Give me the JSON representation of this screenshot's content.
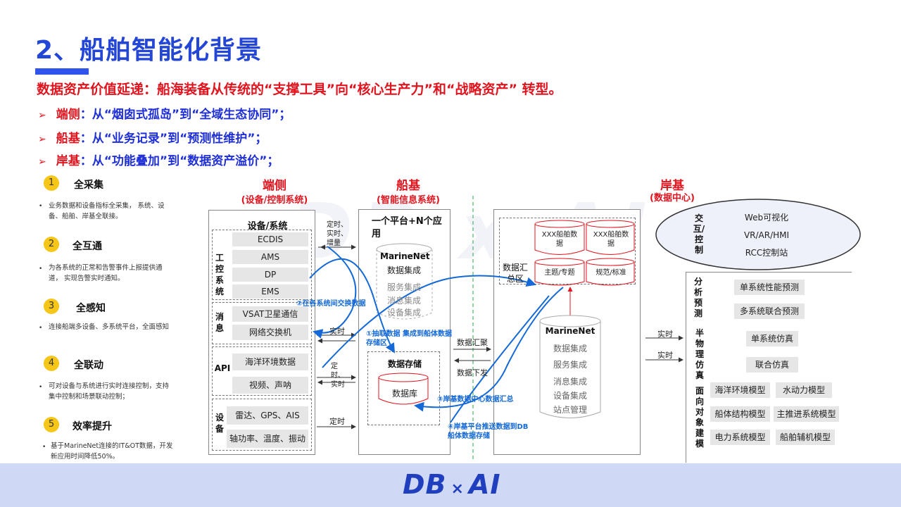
{
  "title": "2、船舶智能化背景",
  "subtitle": "数据资产价值延递：船海装备从传统的“支撑工具”向“核心生产力”和“战略资产” 转型。",
  "bullets": [
    {
      "arrow": "➢",
      "key": "端侧",
      "text": "：从“烟囱式孤岛”到“全域生态协同”；"
    },
    {
      "arrow": "➢",
      "key": "船基",
      "text": "：从“业务记录”到“预测性维护”；"
    },
    {
      "arrow": "➢",
      "key": "岸基",
      "text": "：从“功能叠加”到“数据资产溢价”；"
    }
  ],
  "features": [
    {
      "num": "1",
      "title": "全采集",
      "desc": "业务数据和设备指标全采集， 系统、设备、船舶、岸基全联接。"
    },
    {
      "num": "2",
      "title": "全互通",
      "desc": "为各系统的正常和告警事件上报提供通道， 实现告警实时通知。"
    },
    {
      "num": "3",
      "title": "全感知",
      "desc": "连接船端多设备、多系统平台，全面感知"
    },
    {
      "num": "4",
      "title": "全联动",
      "desc": "可对设备与系统进行实时连接控制，支持集中控制和场景联动控制；"
    },
    {
      "num": "5",
      "title": "效率提升",
      "desc": "基于MarineNet连接的IT&OT数据，开发新应用时间降低50%。"
    }
  ],
  "sections": {
    "edge": {
      "title": "端侧",
      "sub": "(设备/控制系统)"
    },
    "ship": {
      "title": "船基",
      "sub": "(智能信息系统)"
    },
    "shore": {
      "title": "岸基",
      "sub": "(数据中心)"
    }
  },
  "edge": {
    "header": "设备/系统",
    "groups": [
      {
        "label": "工控系统",
        "items": [
          "ECDIS",
          "AMS",
          "DP",
          "EMS"
        ]
      },
      {
        "label": "消息",
        "items": [
          "VSAT卫星通信",
          "网络交换机"
        ]
      },
      {
        "label": "API",
        "items": [
          "海洋环境数据",
          "视频、声呐"
        ]
      },
      {
        "label": "设备",
        "items": [
          "雷达、GPS、AIS",
          "轴功率、温度、振动"
        ]
      }
    ]
  },
  "links": {
    "top": "定时、实时、增量",
    "msg": "实时",
    "api": "定时、实时",
    "dev": "定时"
  },
  "ship": {
    "header": "一个平台+N个应用",
    "db_title": "MarineNet",
    "db_items": [
      "数据集成",
      "服务集成",
      "消息集成",
      "设备集成"
    ],
    "storage_title": "数据存储",
    "storage_db": "数据库"
  },
  "mid_labels": {
    "up": "数据汇聚",
    "down": "数据下发"
  },
  "shore": {
    "pool_label": "数据汇总区",
    "pool_items": [
      "XXX船舶数据",
      "XXX船舶数据",
      "主题/专题",
      "规范/标准"
    ],
    "db_title": "MarineNet",
    "db_items": [
      "数据集成",
      "服务集成",
      "消息集成",
      "设备集成",
      "站点管理"
    ],
    "realtime1": "实时",
    "realtime2": "实时",
    "interact_label": "交互/控制",
    "interact_items": [
      "Web可视化",
      "VR/AR/HMI",
      "RCC控制站"
    ],
    "predict_label": "分析预测",
    "predict_items": [
      "单系统性能预测",
      "多系统联合预测"
    ],
    "sim_label": "半物理仿真",
    "sim_items": [
      "单系统仿真",
      "联合仿真"
    ],
    "model_label": "面向对象建模",
    "model_items": [
      "海洋环境模型",
      "水动力模型",
      "船体结构模型",
      "主推进系统模型",
      "电力系统模型",
      "船舶辅机模型"
    ]
  },
  "notes": {
    "n2": "②在各系统间交换数据",
    "n1": "①抽取数据 集成到船体数据存储区",
    "n3": "③岸基数据中心数据汇总",
    "n4": "④岸基平台推送数据到DB船体数据存储"
  },
  "watermark": "DB x AI",
  "logo": {
    "left": "DB",
    "x": "×",
    "right": "AI"
  },
  "colors": {
    "accent_blue": "#2446d6",
    "accent_red": "#e0141e",
    "note_blue": "#1469d6",
    "dot_yellow": "#f5c518",
    "band": "#cfd8f5"
  }
}
